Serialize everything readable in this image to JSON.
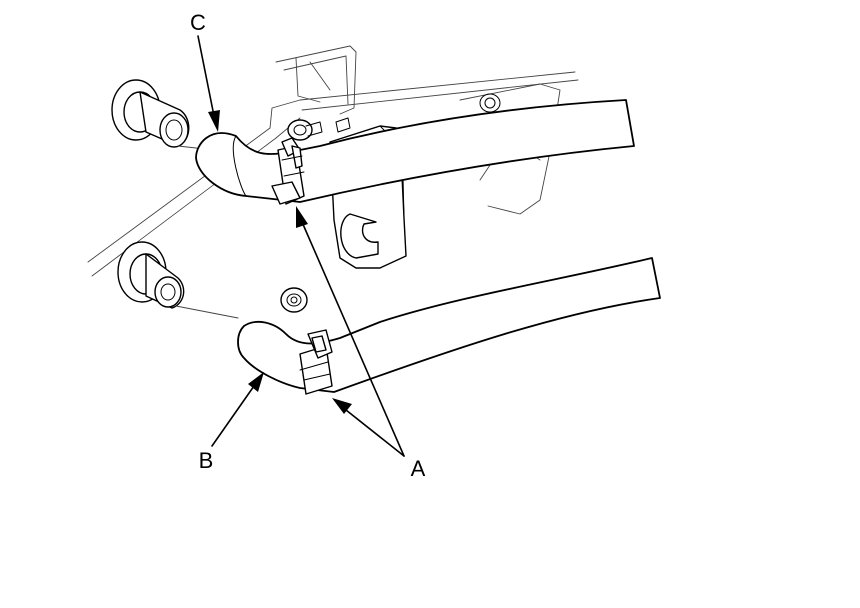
{
  "diagram": {
    "labels": {
      "A": "A",
      "B": "B",
      "C": "C"
    }
  }
}
